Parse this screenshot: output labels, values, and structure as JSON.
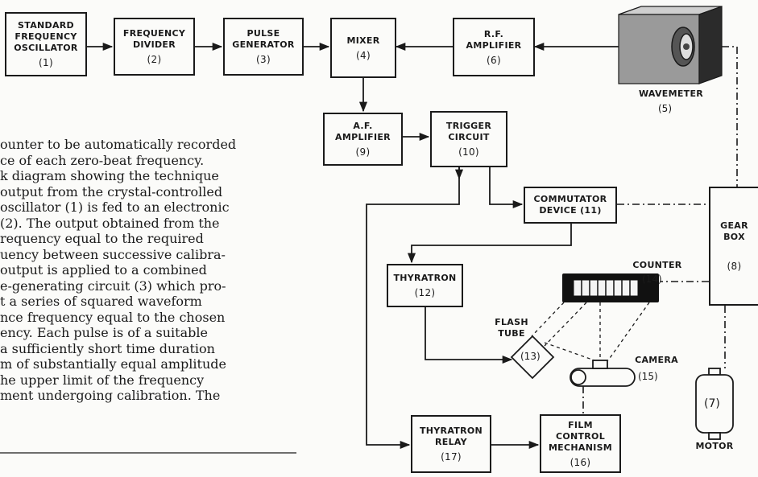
{
  "blocks": {
    "b1": {
      "label": [
        "STANDARD",
        "FREQUENCY",
        "OSCILLATOR"
      ],
      "num": "(1)"
    },
    "b2": {
      "label": [
        "FREQUENCY",
        "DIVIDER"
      ],
      "num": "(2)"
    },
    "b3": {
      "label": [
        "PULSE",
        "GENERATOR"
      ],
      "num": "(3)"
    },
    "b4": {
      "label": [
        "MIXER"
      ],
      "num": "(4)"
    },
    "b6": {
      "label": [
        "R.F.",
        "AMPLIFIER"
      ],
      "num": "(6)"
    },
    "b9": {
      "label": [
        "A.F.",
        "AMPLIFIER"
      ],
      "num": "(9)"
    },
    "b10": {
      "label": [
        "TRIGGER",
        "CIRCUIT"
      ],
      "num": "(10)"
    },
    "b11": {
      "label": [
        "COMMUTATOR",
        "DEVICE (11)"
      ]
    },
    "b12": {
      "label": [
        "THYRATRON"
      ],
      "num": "(12)"
    },
    "b17": {
      "label": [
        "THYRATRON",
        "RELAY"
      ],
      "num": "(17)"
    },
    "b16": {
      "label": [
        "FILM",
        "CONTROL",
        "MECHANISM"
      ],
      "num": "(16)"
    },
    "b8": {
      "label": [
        "GEAR",
        "BOX"
      ],
      "num": "(8)"
    }
  },
  "labels": {
    "wavemeter": "WAVEMETER",
    "wavemeter_num": "(5)",
    "counter": "COUNTER",
    "counter_num": "(14)",
    "flash_tube": [
      "FLASH",
      "TUBE"
    ],
    "flash_num": "(13)",
    "camera": "CAMERA",
    "camera_num": "(15)",
    "motor": "MOTOR",
    "motor_num": "(7)"
  },
  "body_text": [
    "ounter to be automatically recorded",
    "ce of each zero-beat frequency.",
    "k diagram showing the technique",
    "output from the crystal-controlled",
    "oscillator (1) is fed to an electronic",
    "(2). The output obtained from the",
    "requency equal to the required",
    "uency between successive calibra-",
    "output is applied to a combined",
    "e-generating circuit (3) which pro-",
    "t a series of squared waveform",
    "nce frequency equal to the chosen",
    "ency. Each pulse is of a suitable",
    "a sufficiently short time duration",
    "m of substantially equal amplitude",
    "he upper limit of the frequency",
    "ment undergoing calibration. The"
  ]
}
